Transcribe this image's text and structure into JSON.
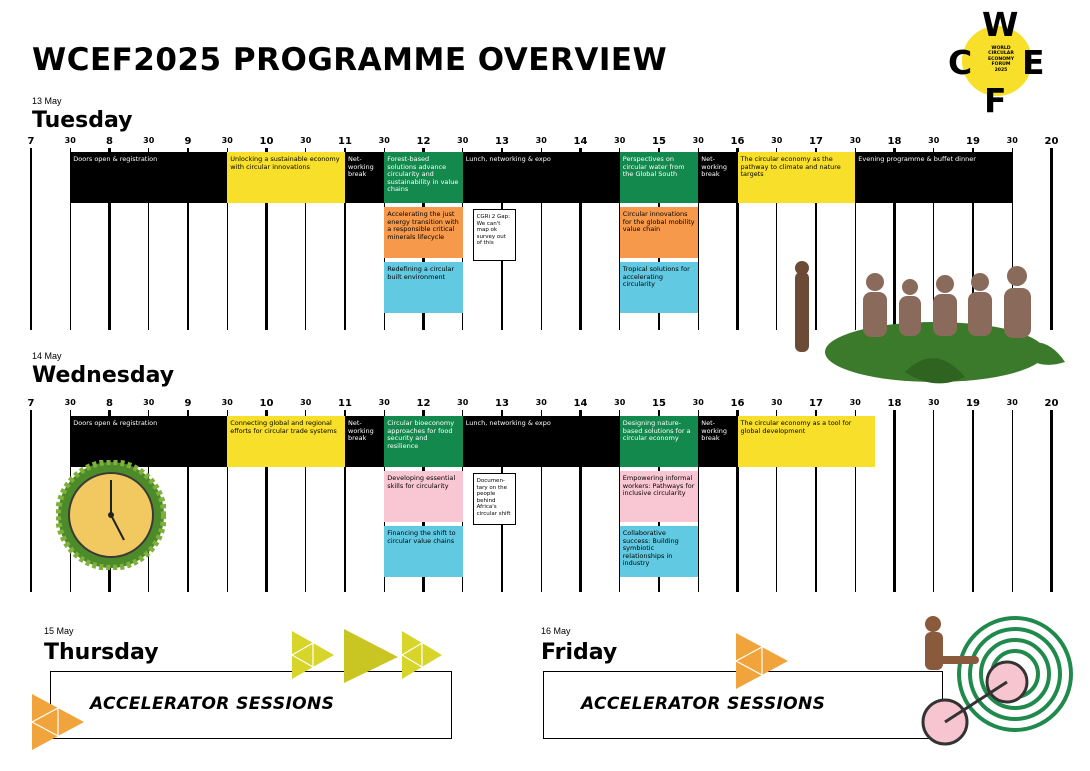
{
  "title": "WCEF2025 PROGRAMME OVERVIEW",
  "logo": {
    "letters": [
      "W",
      "C",
      "E",
      "F"
    ],
    "small_text": [
      "WORLD",
      "CIRCULAR",
      "ECONOMY",
      "FORUM",
      "2025"
    ],
    "color": "#f7df2a"
  },
  "ticks": [
    "7",
    "30",
    "8",
    "30",
    "9",
    "30",
    "10",
    "30",
    "11",
    "30",
    "12",
    "30",
    "13",
    "30",
    "14",
    "30",
    "15",
    "30",
    "16",
    "30",
    "17",
    "30",
    "18",
    "30",
    "19",
    "30",
    "20"
  ],
  "colors": {
    "black": "#000000",
    "yellow": "#f7df2a",
    "green": "#13894e",
    "orange": "#f6994a",
    "blue": "#62c9e2",
    "pink": "#f9c6d3"
  },
  "tuesday": {
    "date": "13 May",
    "day": "Tuesday",
    "sessions": [
      {
        "start": 1,
        "end": 5,
        "color": "black",
        "text": "Doors open & registration"
      },
      {
        "start": 5,
        "end": 8,
        "color": "yellow",
        "text": "Unlocking a sustainable economy with circular innovations"
      },
      {
        "start": 8,
        "end": 9,
        "color": "black",
        "text": "Net-working break"
      },
      {
        "start": 9,
        "end": 11,
        "color": "green",
        "text": "Forest-based solutions advance circularity and sustainability in value chains"
      },
      {
        "start": 11,
        "end": 15,
        "color": "black",
        "text": "Lunch, networking & expo"
      },
      {
        "start": 15,
        "end": 17,
        "color": "green",
        "text": "Perspectives on circular water from the Global South"
      },
      {
        "start": 17,
        "end": 18,
        "color": "black",
        "text": "Net-working break"
      },
      {
        "start": 18,
        "end": 21,
        "color": "yellow",
        "text": "The circular economy as the pathway to climate and nature targets"
      },
      {
        "start": 21,
        "end": 25,
        "color": "black",
        "text": "Evening programme & buffet dinner"
      }
    ],
    "parallel": [
      {
        "start": 9,
        "end": 11,
        "row": 1,
        "color": "orange",
        "text": "Accelerating the just energy transition with a responsible critical minerals lifecycle"
      },
      {
        "start": 9,
        "end": 11,
        "row": 2,
        "color": "blue",
        "text": "Redefining a circular built environment"
      },
      {
        "start": 15,
        "end": 17,
        "row": 1,
        "color": "orange",
        "text": "Circular innovations for the global mobility value chain"
      },
      {
        "start": 15,
        "end": 17,
        "row": 2,
        "color": "blue",
        "text": "Tropical solutions for accelerating circularity"
      }
    ],
    "note": {
      "start": 11.2,
      "end": 12.3,
      "text": "CGRi 2 Gap: We can't map ok survey out of this"
    }
  },
  "wednesday": {
    "date": "14 May",
    "day": "Wednesday",
    "sessions": [
      {
        "start": 1,
        "end": 5,
        "color": "black",
        "text": "Doors open & registration"
      },
      {
        "start": 5,
        "end": 8,
        "color": "yellow",
        "text": "Connecting global and regional efforts for circular trade systems"
      },
      {
        "start": 8,
        "end": 9,
        "color": "black",
        "text": "Net-working break"
      },
      {
        "start": 9,
        "end": 11,
        "color": "green",
        "text": "Circular bioeconomy approaches for food security and resilience"
      },
      {
        "start": 11,
        "end": 15,
        "color": "black",
        "text": "Lunch, networking & expo"
      },
      {
        "start": 15,
        "end": 17,
        "color": "green",
        "text": "Designing nature-based solutions for a circular economy"
      },
      {
        "start": 17,
        "end": 18,
        "color": "black",
        "text": "Net-working break"
      },
      {
        "start": 18,
        "end": 21.5,
        "color": "yellow",
        "text": "The circular economy as a tool for global development"
      }
    ],
    "parallel": [
      {
        "start": 9,
        "end": 11,
        "row": 1,
        "color": "pink",
        "text": "Developing essential skills for circularity"
      },
      {
        "start": 9,
        "end": 11,
        "row": 2,
        "color": "blue",
        "text": "Financing the shift to circular value chains"
      },
      {
        "start": 15,
        "end": 17,
        "row": 1,
        "color": "pink",
        "text": "Empowering informal workers: Pathways for inclusive circularity"
      },
      {
        "start": 15,
        "end": 17,
        "row": 2,
        "color": "blue",
        "text": "Collaborative success: Building symbiotic relationships in industry"
      }
    ],
    "note": {
      "start": 11.2,
      "end": 12.3,
      "text": "Documen-tary on the people behind Africa's circular shift"
    }
  },
  "thursday": {
    "date": "15 May",
    "day": "Thursday",
    "label": "ACCELERATOR SESSIONS"
  },
  "friday": {
    "date": "16 May",
    "day": "Friday",
    "label": "ACCELERATOR SESSIONS"
  }
}
